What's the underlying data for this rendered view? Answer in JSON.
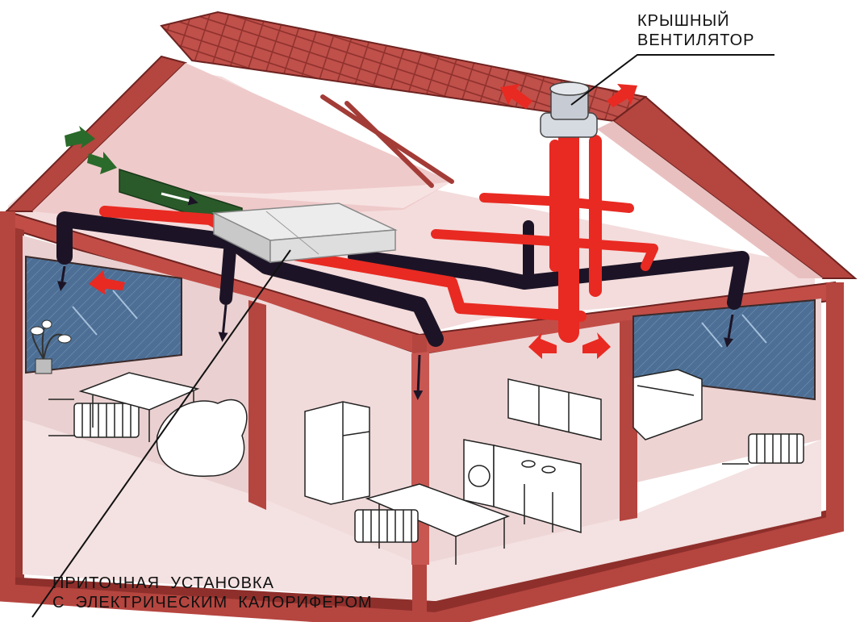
{
  "labels": {
    "roof_fan_line1": "КРЫШНЫЙ",
    "roof_fan_line2": "ВЕНТИЛЯТОР",
    "supply_unit_line1": "ПРИТОЧНАЯ  УСТАНОВКА",
    "supply_unit_line2": "С  ЭЛЕКТРИЧЕСКИМ  КАЛОРИФЕРОМ"
  },
  "colors": {
    "house_wall": "#b5453f",
    "house_wall_dark": "#8e2f2b",
    "roof_tiles": "#c0504a",
    "interior_wall": "#f2dada",
    "floor": "#efd2d2",
    "supply_duct": "#e82a22",
    "exhaust_duct": "#1c1426",
    "intake_duct": "#2a5a2a",
    "window_glass": "#4d6f95",
    "unit_box": "#d9d9d9"
  },
  "icons": [
    "roof-fan-icon",
    "supply-unit-icon",
    "radiator-icon",
    "window-icon",
    "airflow-arrow-icon",
    "stove-icon",
    "washing-machine-icon",
    "fridge-icon",
    "bed-icon",
    "table-icon",
    "armchair-icon",
    "plant-icon"
  ]
}
